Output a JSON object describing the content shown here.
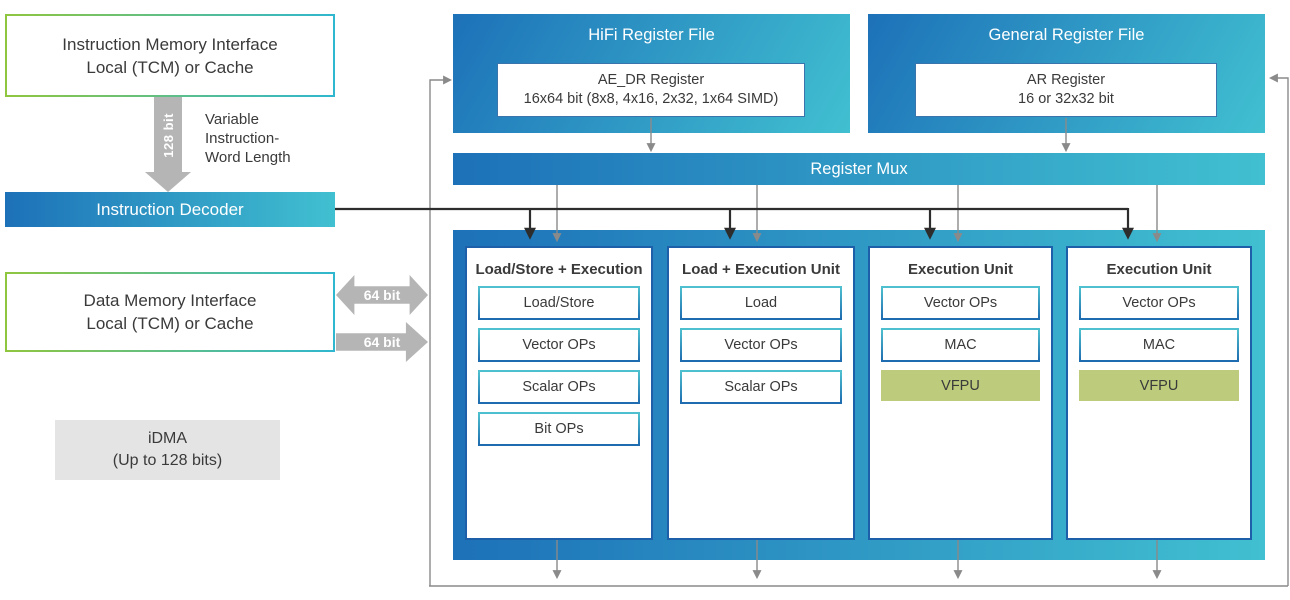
{
  "diagram": {
    "imem": {
      "line1": "Instruction Memory Interface",
      "line2": "Local (TCM) or Cache"
    },
    "bus128_label": "128 bit",
    "variable_note": {
      "line1": "Variable",
      "line2": "Instruction-",
      "line3": "Word Length"
    },
    "decoder_label": "Instruction Decoder",
    "dmem": {
      "line1": "Data Memory Interface",
      "line2": "Local (TCM) or Cache"
    },
    "bus64_top_label": "64 bit",
    "bus64_bottom_label": "64 bit",
    "idma": {
      "line1": "iDMA",
      "line2": "(Up to 128 bits)"
    },
    "hifi": {
      "title": "HiFi Register File",
      "reg_line1": "AE_DR Register",
      "reg_line2": "16x64 bit (8x8, 4x16, 2x32, 1x64 SIMD)"
    },
    "general": {
      "title": "General Register File",
      "reg_line1": "AR Register",
      "reg_line2": "16 or 32x32 bit"
    },
    "mux_label": "Register Mux",
    "units": [
      {
        "title": "Load/Store + Execution",
        "ops": [
          "Load/Store",
          "Vector OPs",
          "Scalar OPs",
          "Bit OPs"
        ]
      },
      {
        "title": "Load + Execution Unit",
        "ops": [
          "Load",
          "Vector OPs",
          "Scalar OPs"
        ]
      },
      {
        "title": "Execution Unit",
        "ops": [
          "Vector OPs",
          "MAC"
        ],
        "vfpu": "VFPU"
      },
      {
        "title": "Execution Unit",
        "ops": [
          "Vector OPs",
          "MAC"
        ],
        "vfpu": "VFPU"
      }
    ],
    "colors": {
      "gradient_blue_start": "#1d71b8",
      "gradient_blue_end": "#41c0d1",
      "border_green": "#8fc63f",
      "border_cyan": "#2fb7cf",
      "vfpu_olive": "#bccb7c",
      "arrow_gray": "#b5b5b5",
      "line_gray": "#8a8a8a",
      "line_black": "#2d2d2d",
      "idma_gray": "#e4e4e4",
      "card_border": "#1d5fa8",
      "text_dark": "#3a3a3a"
    }
  }
}
